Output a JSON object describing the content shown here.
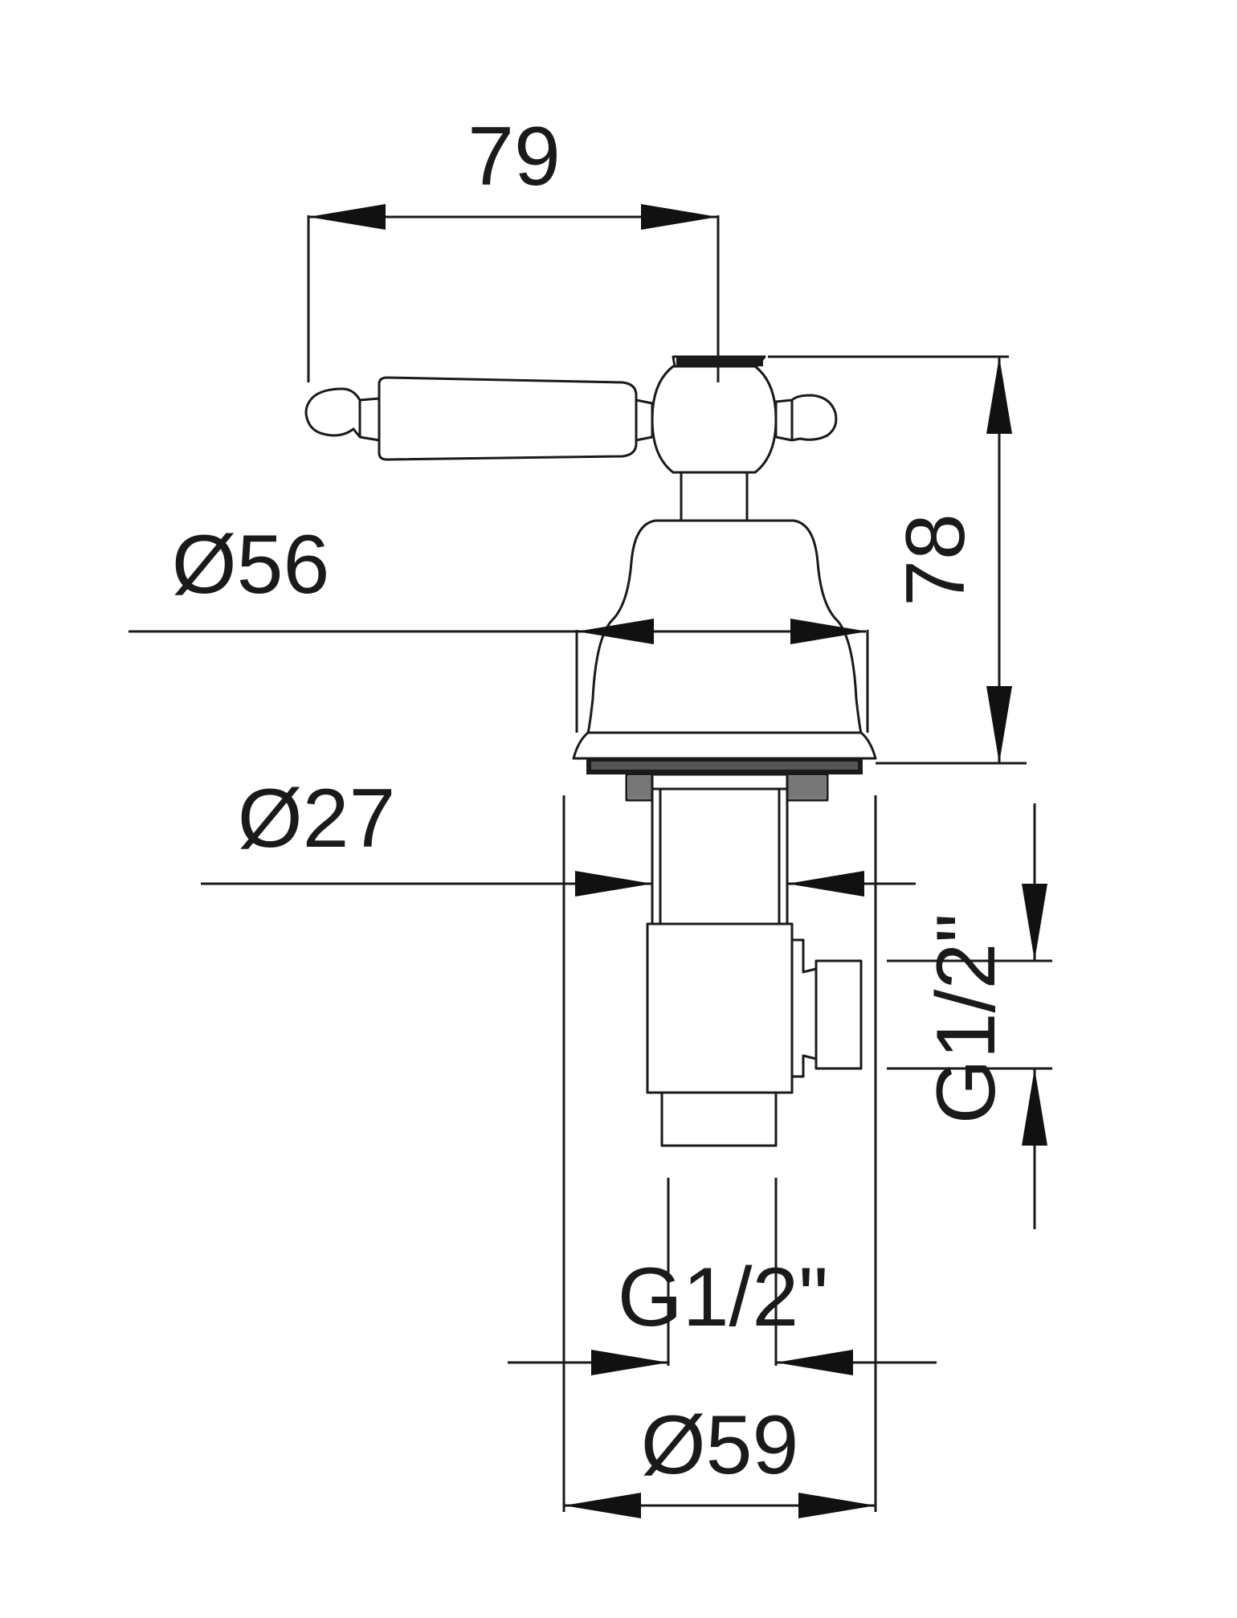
{
  "dimensions": {
    "handle_reach": "79",
    "height": "78",
    "bell_diameter": "Ø56",
    "body_diameter": "Ø27",
    "side_outlet_thread": "G1/2\"",
    "bottom_thread": "G1/2\"",
    "flange_diameter": "Ø59"
  },
  "colors": {
    "line": "#1a1a1a",
    "background": "#ffffff"
  }
}
